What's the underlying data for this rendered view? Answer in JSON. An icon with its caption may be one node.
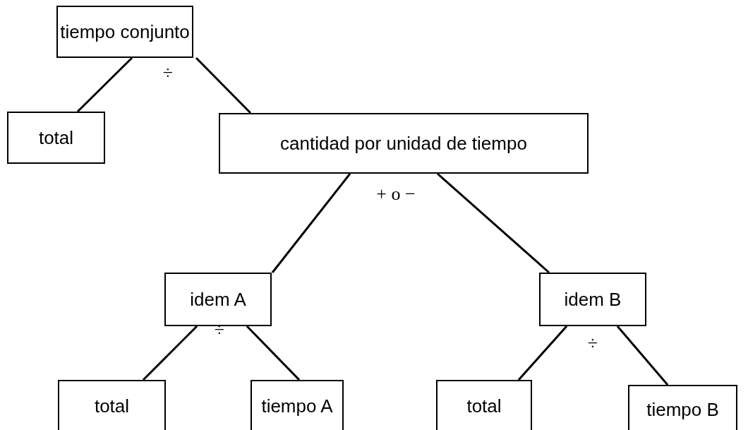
{
  "diagram": {
    "nodes": [
      {
        "text": [
          "tiempo conjunto"
        ]
      },
      {
        "text": [
          "total"
        ]
      },
      {
        "text": [
          "cantidad por unidad de tiempo"
        ]
      },
      {
        "text": [
          "idem A"
        ]
      },
      {
        "text": [
          "idem B"
        ]
      },
      {
        "text": [
          "total"
        ]
      },
      {
        "text": [
          "tiempo A"
        ]
      },
      {
        "text": [
          "total"
        ]
      },
      {
        "text": [
          "tiempo B"
        ]
      }
    ],
    "edges": [
      {
        "from": 0,
        "to": 1,
        "arrow": "none"
      },
      {
        "from": 0,
        "to": 2,
        "arrow": "none"
      },
      {
        "from": 2,
        "to": 3,
        "arrow": "none"
      },
      {
        "from": 2,
        "to": 4,
        "arrow": "none"
      },
      {
        "from": 3,
        "to": 5,
        "arrow": "none"
      },
      {
        "from": 3,
        "to": 6,
        "arrow": "none"
      },
      {
        "from": 4,
        "to": 7,
        "arrow": "none"
      },
      {
        "from": 4,
        "to": 8,
        "arrow": "none"
      }
    ],
    "labels": [
      "÷",
      "+ o −",
      "÷",
      "÷"
    ]
  }
}
